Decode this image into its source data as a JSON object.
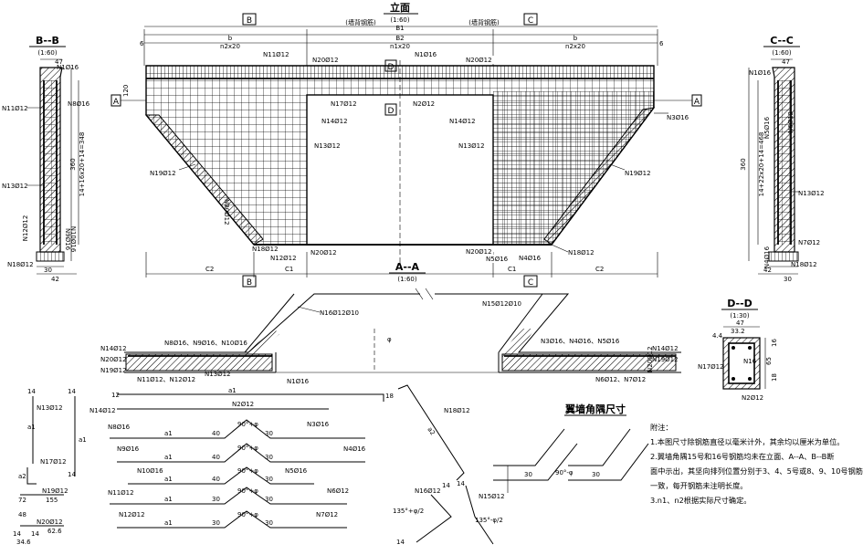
{
  "titles": {
    "elevation": "立面",
    "elev_scale": "(1:60)",
    "bb": "B--B",
    "bb_scale": "(1:60)",
    "cc": "C--C",
    "cc_scale": "(1:60)",
    "aa": "A--A",
    "aa_scale": "(1:60)",
    "dd": "D--D",
    "dd_scale": "(1:30)",
    "wing_angle": "翼墙角隅尺寸"
  },
  "section_marks": {
    "A": "A",
    "B": "B",
    "C": "C",
    "D": "D"
  },
  "dims_top": {
    "b": "b",
    "n2x20": "n2x20",
    "B1": "B1",
    "B2": "B2",
    "n1x20": "n1x20",
    "left_note": "(墙背钢筋)",
    "right_note": "(墙背钢筋)",
    "six": "6"
  },
  "dims_bottom": {
    "C2": "C2",
    "C1": "C1"
  },
  "elev_labels": {
    "N11": "N11Ø12",
    "N20a": "N20Ø12",
    "N1": "N1Ø16",
    "N20b": "N20Ø12",
    "N17": "N17Ø12",
    "N2": "N2Ø12",
    "N14a": "N14Ø12",
    "N14b": "N14Ø12",
    "N3": "N3Ø16",
    "N13a": "N13Ø12",
    "N13b": "N13Ø12",
    "N19a": "N19Ø12",
    "N19b": "N19Ø12",
    "N20c": "N20Ø12",
    "N18a": "N18Ø12",
    "N12": "N12Ø12",
    "N20d": "N20Ø12",
    "N20e": "N20Ø12",
    "N5": "N5Ø16",
    "N4": "N4Ø16",
    "N18b": "N18Ø12",
    "dim120": "120"
  },
  "bb_labels": {
    "N1": "N1Ø16",
    "N11": "N11Ø12",
    "N8": "N8Ø16",
    "N13": "N13Ø12",
    "N12": "N12Ø12",
    "N18": "N18Ø12",
    "N9": "N9Ø16",
    "N10": "N10Ø16",
    "d47": "47",
    "d360": "360",
    "dvert": "14+16x20+14=348",
    "d30": "30",
    "d42": "42"
  },
  "cc_labels": {
    "N1": "N1Ø16",
    "N5": "N5Ø16",
    "N6": "N6Ø12",
    "N13": "N13Ø12",
    "N7": "N7Ø12",
    "N4": "N4Ø16",
    "N18": "N18Ø12",
    "d47": "47",
    "d360": "360",
    "dvert": "14+22x20+14=468",
    "d42": "42",
    "d30": "30"
  },
  "aa_labels": {
    "N16": "N16Ø12Ø10",
    "N15": "N15Ø12Ø10",
    "grp_left": "N8Ø16、N9Ø16、N10Ø16",
    "grp_right": "N3Ø16、N4Ø16、N5Ø16",
    "N14a": "N14Ø12",
    "N20a": "N20Ø12",
    "N19a": "N19Ø12",
    "N11_12": "N11Ø12、N12Ø12",
    "N13": "N13Ø12",
    "N14b": "N14Ø12",
    "N19b": "N19Ø12",
    "N20b": "N20Ø12",
    "N6_7": "N6Ø12、N7Ø12",
    "phi": "φ"
  },
  "dd_labels": {
    "d47": "47",
    "d332": "33.2",
    "d44": "4.4",
    "d65": "65",
    "d16": "16",
    "d18": "18",
    "N17": "N17Ø12",
    "N16": "N16",
    "N2": "N2Ø12"
  },
  "bars": {
    "N13": "N13Ø12",
    "N14": "N14Ø12",
    "N17": "N17Ø12",
    "N19": "N19Ø12",
    "N20": "N20Ø12",
    "N1": "N1Ø16",
    "N2": "N2Ø12",
    "N8": "N8Ø16",
    "N3": "N3Ø16",
    "N9": "N9Ø16",
    "N4": "N4Ø16",
    "N10": "N10Ø16",
    "N5": "N5Ø16",
    "N11": "N11Ø12",
    "N6": "N6Ø12",
    "N12": "N12Ø12",
    "N7": "N7Ø12",
    "N18": "N18Ø12",
    "N16": "N16Ø12",
    "N15": "N15Ø12",
    "a1": "a1",
    "a2": "a2",
    "d14": "14",
    "d12": "12",
    "d18": "18",
    "d40": "40",
    "d30": "30",
    "d30b": "30",
    "angle_bend": "90°+φ",
    "angle_bend2": "90°-φ",
    "angle135a": "135°+φ/2",
    "angle135b": "135°-φ/2",
    "d155": "155",
    "d72": "72",
    "d48": "48",
    "d626": "62.6",
    "d146": "14",
    "d346": "34.6",
    "d14b": "14",
    "wing30a": "30",
    "wing30b": "30",
    "wing90": "90°-φ"
  },
  "notes": {
    "heading": "附注：",
    "line1": "1.本图尺寸除钢筋直径以毫米计外，其余均以厘米为单位。",
    "line2": "2.翼墙角隅15号和16号钢筋均未在立面、A--A、B--B断",
    "line3": "面中示出，其坚向排列位置分别于3、4、5号或8、9、10号钢筋",
    "line4": "一致，每开钢筋未注明长度。",
    "line5": "3.n1、n2根据实际尺寸确定。"
  }
}
